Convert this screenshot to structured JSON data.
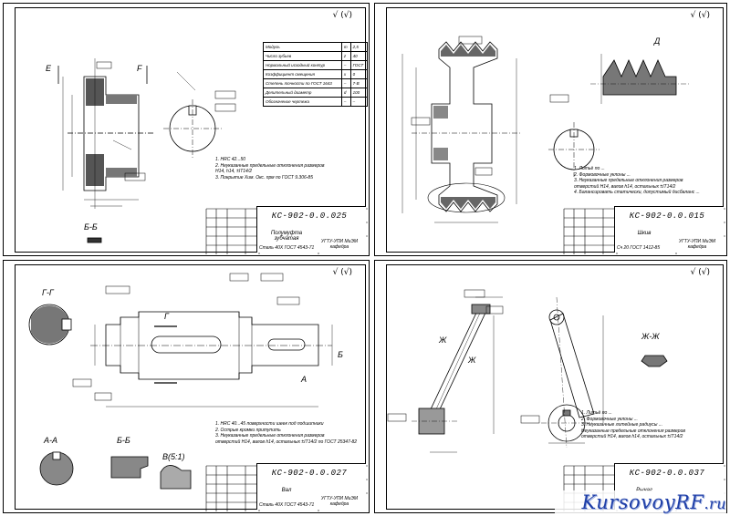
{
  "sheets": [
    {
      "roughness": "√ (√)",
      "code": "КС-902-0.0.025",
      "name": "Полумуфта зубчатая",
      "material": "Сталь 40Х ГОСТ 4543-71",
      "org": "УГТУ-УПИ МиЭМ кафедра",
      "sections": [
        "Е",
        "F",
        "Б-Б"
      ],
      "params": [
        [
          "Модуль",
          "m",
          "2,5"
        ],
        [
          "Число зубьев",
          "z",
          "40"
        ],
        [
          "Нормальный исходный контур",
          "–",
          "ГОСТ"
        ],
        [
          "Коэффициент смещения",
          "x",
          "0"
        ],
        [
          "Степень точности по ГОСТ 1643",
          "–",
          "7-В"
        ],
        [
          "Делительный диаметр",
          "d",
          "100"
        ],
        [
          "Обозначение чертежа",
          "–",
          "–"
        ]
      ],
      "notes": [
        "1. HRC 42...50",
        "2. Неуказанные предельные отклонения размеров",
        "H14, h14, ±IT14/2",
        "3. Покрытие Хим. Окс. прм по ГОСТ 9.306-85"
      ]
    },
    {
      "roughness": "√ (√)",
      "code": "КС-902-0.0.015",
      "name": "Шкив",
      "material": "Сч 20 ГОСТ 1412-85",
      "org": "УГТУ-УПИ МиЭМ кафедра",
      "sections": [
        "Д"
      ],
      "notes": [
        "1. Литьё по ... ",
        "2. Формовочные уклоны ...",
        "3. Неуказанные предельные отклонения размеров",
        "отверстий H14, валов h14, остальных ±IT14/2",
        "4. Балансировать статически, допустимый дисбаланс ..."
      ]
    },
    {
      "roughness": "√ (√)",
      "code": "КС-902-0.0.027",
      "name": "Вал",
      "material": "Сталь 40Х ГОСТ 4543-71",
      "org": "УГТУ-УПИ МиЭМ кафедра",
      "sections": [
        "Г-Г",
        "А-А",
        "Б-Б",
        "В(5:1)",
        "Г",
        "А",
        "Б"
      ],
      "notes": [
        "1. HRC 40...45 поверхности шеек под подшипники",
        "2. Острые кромки притупить",
        "3. Неуказанные предельные отклонения размеров",
        "отверстий H14, валов h14, остальных ±IT14/2 по ГОСТ 25347-82"
      ]
    },
    {
      "roughness": "√ (√)",
      "code": "КС-902-0.0.037",
      "name": "Рычаг",
      "material": "",
      "org": "",
      "sections": [
        "Ж-Ж",
        "Ж",
        "Ж"
      ],
      "notes": [
        "1. Литьё по ...",
        "2. Формовочные уклоны ...",
        "3. Неуказанные литейные радиусы ...",
        "Неуказанные предельные отклонения размеров",
        "отверстий H14, валов h14, остальных ±IT14/2"
      ]
    }
  ],
  "watermark": {
    "main": "KursovoyRF",
    "tld": ".ru",
    "color": "#1f3fa8"
  }
}
